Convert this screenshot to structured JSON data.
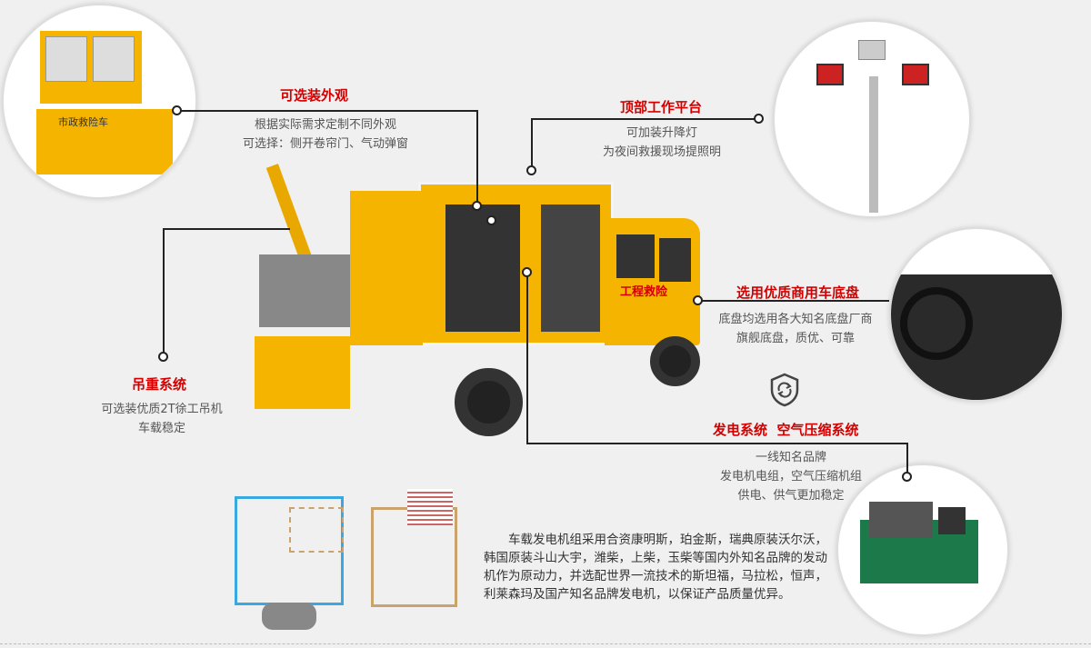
{
  "callouts": {
    "appearance": {
      "title": "可选装外观",
      "lines": [
        "根据实际需求定制不同外观",
        "可选择：侧开卷帘门、气动弹窗"
      ]
    },
    "roof": {
      "title": "顶部工作平台",
      "lines": [
        "可加装升降灯",
        "为夜间救援现场提照明"
      ]
    },
    "chassis": {
      "title": "选用优质商用车底盘",
      "lines": [
        "底盘均选用各大知名底盘厂商",
        "旗舰底盘，质优、可靠"
      ]
    },
    "crane": {
      "title": "吊重系统",
      "lines": [
        "可选装优质2T徐工吊机",
        "车载稳定"
      ]
    },
    "power": {
      "title": "发电系统  空气压缩系统",
      "lines": [
        "一线知名品牌",
        "发电机电组，空气压缩机组",
        "供电、供气更加稳定"
      ]
    }
  },
  "truck": {
    "door_text": "工程救险",
    "panel_text": "市政救险车"
  },
  "paragraph": "车载发电机组采用合资康明斯，珀金斯，瑞典原装沃尔沃，韩国原装斗山大宇，潍柴，上柴，玉柴等国内外知名品牌的发动机作为原动力，并选配世界一流技术的斯坦福，马拉松，恒声，利莱森玛及国产知名品牌发电机，以保证产品质量优异。",
  "colors": {
    "accent": "#d40000",
    "truck": "#f5b400"
  },
  "icons": [
    "shield-refresh-icon"
  ]
}
